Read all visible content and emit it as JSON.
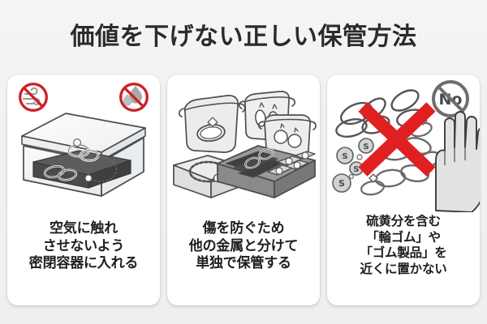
{
  "page": {
    "title": "価値を下げない正しい保管方法",
    "background_color": "#f2f2f0",
    "card_background": "#ffffff",
    "text_color": "#1e1e1e",
    "warning_color": "#cc2027",
    "x_mark_color": "#e02020"
  },
  "cards": [
    {
      "id": "card-airtight-container",
      "caption_lines": [
        "空気に触れ",
        "させないよう",
        "密閉容器に入れる"
      ],
      "icons": [
        {
          "name": "no-air-icon",
          "meaning": "空気",
          "prohibited": true
        },
        {
          "name": "no-moisture-icon",
          "meaning": "水分",
          "prohibited": true
        }
      ],
      "illustration": "clear-airtight-box-with-rings-and-necklace"
    },
    {
      "id": "card-separate-storage",
      "caption_lines": [
        "傷を防ぐため",
        "他の金属と分けて",
        "単独で保管する"
      ],
      "icons": [],
      "illustration": "pouches-and-compartment-tray"
    },
    {
      "id": "card-avoid-rubber",
      "caption_lines": [
        "硫黄分を含む",
        "「輪ゴム」や",
        "「ゴム製品」を",
        "近くに置かない"
      ],
      "icons": [
        {
          "name": "no-badge-icon",
          "meaning": "No",
          "label": "No"
        }
      ],
      "illustration": "rubber-bands-sulfur-rings-red-x-stop-hand",
      "sulfur_symbol": "S"
    }
  ]
}
